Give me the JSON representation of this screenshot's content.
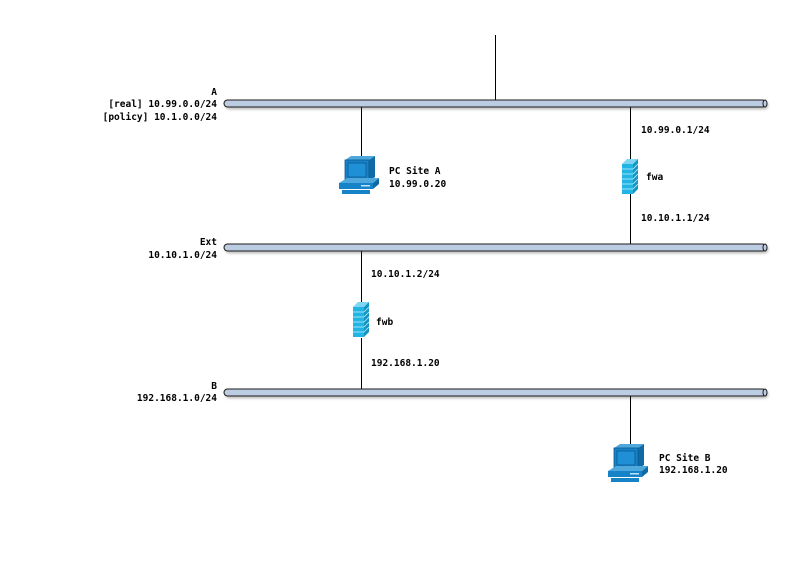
{
  "diagram": {
    "networks": [
      {
        "id": "A",
        "name": "A",
        "lines": [
          "[real] 10.99.0.0/24",
          "[policy] 10.1.0.0/24"
        ]
      },
      {
        "id": "Ext",
        "name": "Ext",
        "lines": [
          "10.10.1.0/24"
        ]
      },
      {
        "id": "B",
        "name": "B",
        "lines": [
          "192.168.1.0/24"
        ]
      }
    ],
    "hosts": [
      {
        "id": "pc-site-a",
        "type": "pc",
        "name": "PC Site A",
        "ip": "10.99.0.20"
      },
      {
        "id": "pc-site-b",
        "type": "pc",
        "name": "PC Site B",
        "ip": "192.168.1.20"
      }
    ],
    "firewalls": [
      {
        "id": "fwa",
        "name": "fwa",
        "top_ip": "10.99.0.1/24",
        "bottom_ip": "10.10.1.1/24"
      },
      {
        "id": "fwb",
        "name": "fwb",
        "top_ip": "10.10.1.2/24",
        "bottom_ip": "192.168.1.20"
      }
    ],
    "colors": {
      "bus_fill": "#bccde3",
      "bus_stroke": "#1a1a1a",
      "device_blue": "#1683c8",
      "firewall_blue": "#22b5e4"
    }
  }
}
